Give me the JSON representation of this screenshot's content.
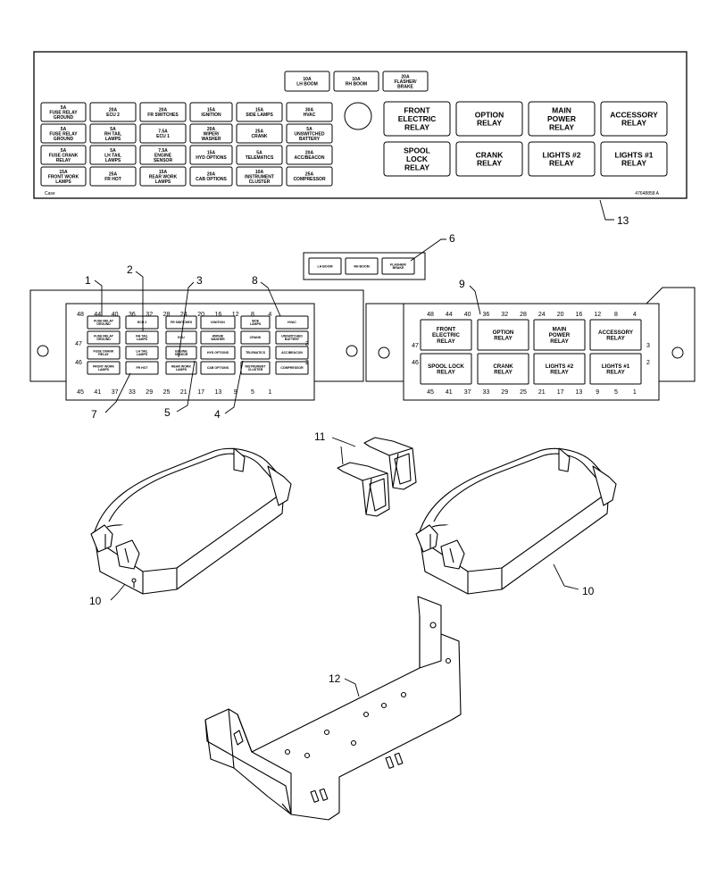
{
  "decal": {
    "top_fuses": [
      [
        "10A",
        "LH BOOM"
      ],
      [
        "10A",
        "RH BOOM"
      ],
      [
        "20A",
        "FLASHER/",
        "BRAKE"
      ]
    ],
    "fuse_grid": [
      [
        [
          "5A",
          "FUSE RELAY",
          "GROUND"
        ],
        [
          "20A",
          "ECU 2"
        ],
        [
          "20A",
          "FR SWITCHES"
        ],
        [
          "15A",
          "IGNITION"
        ],
        [
          "15A",
          "SIDE LAMPS"
        ],
        [
          "30A",
          "HVAC"
        ]
      ],
      [
        [
          "5A",
          "FUSE RELAY",
          "GROUND"
        ],
        [
          "5A",
          "RH TAIL",
          "LAMPS"
        ],
        [
          "7.5A",
          "ECU 1"
        ],
        [
          "20A",
          "WIPER/",
          "WASHER"
        ],
        [
          "25A",
          "CRANK"
        ],
        [
          "5A",
          "UNSWITCHED",
          "BATTERY"
        ]
      ],
      [
        [
          "5A",
          "FUSE CRANK",
          "RELAY"
        ],
        [
          "5A",
          "LH TAIL",
          "LAMPS"
        ],
        [
          "7.5A",
          "ENGINE",
          "SENSOR"
        ],
        [
          "15A",
          "HYD OPTIONS"
        ],
        [
          "5A",
          "TELEMATICS"
        ],
        [
          "20A",
          "ACC/BEACON"
        ]
      ],
      [
        [
          "15A",
          "FRONT WORK",
          "LAMPS"
        ],
        [
          "25A",
          "FR HOT"
        ],
        [
          "15A",
          "REAR WORK",
          "LAMPS"
        ],
        [
          "20A",
          "CAB OPTIONS"
        ],
        [
          "10A",
          "INSTRUMENT",
          "CLUSTER"
        ],
        [
          "25A",
          "COMPRESSOR"
        ]
      ]
    ],
    "relays": [
      [
        "FRONT",
        "ELECTRIC",
        "RELAY"
      ],
      [
        "OPTION",
        "RELAY"
      ],
      [
        "MAIN",
        "POWER",
        "RELAY"
      ],
      [
        "ACCESSORY",
        "RELAY"
      ],
      [
        "SPOOL",
        "LOCK",
        "RELAY"
      ],
      [
        "CRANK",
        "RELAY"
      ],
      [
        "LIGHTS #2",
        "RELAY"
      ],
      [
        "LIGHTS #1",
        "RELAY"
      ]
    ],
    "logo": "Case",
    "part_number": "47648858 A"
  },
  "small_decal": {
    "labels": [
      [
        "LH BOOM"
      ],
      [
        "RH BOOM"
      ],
      [
        "FLASHER/",
        "BRAKE"
      ]
    ]
  },
  "fuse_panel": {
    "top_numbers": [
      "48",
      "44",
      "40",
      "36",
      "32",
      "28",
      "24",
      "20",
      "16",
      "12",
      "8",
      "4"
    ],
    "bottom_numbers": [
      "45",
      "41",
      "37",
      "33",
      "29",
      "25",
      "21",
      "17",
      "13",
      "9",
      "5",
      "1"
    ],
    "left_numbers": [
      "47",
      "46"
    ],
    "right_numbers": [
      "3",
      "2"
    ],
    "cells": [
      [
        [
          "FUSE RELAY",
          "GROUND"
        ],
        [
          "ECU 2"
        ],
        [
          "FR SWITCHES"
        ],
        [
          "IGNITION"
        ],
        [
          "SIDE",
          "LAMPS"
        ],
        [
          "HVAC"
        ]
      ],
      [
        [
          "FUSE RELAY",
          "GROUND"
        ],
        [
          "RH TAIL",
          "LAMPS"
        ],
        [
          "ECU"
        ],
        [
          "WIPER/",
          "WASHER"
        ],
        [
          "CRANK"
        ],
        [
          "UNSWITCHED",
          "BATTERY"
        ]
      ],
      [
        [
          "FUSE CRANK",
          "RELAY"
        ],
        [
          "LH TAIL",
          "LAMPS"
        ],
        [
          "ENGINE",
          "SENSOR"
        ],
        [
          "HYD OPTIONS"
        ],
        [
          "TELEMATICS"
        ],
        [
          "ACC/BEACON"
        ]
      ],
      [
        [
          "FRONT WORK",
          "LAMPS"
        ],
        [
          "FR HOT"
        ],
        [
          "REAR WORK",
          "LAMPS"
        ],
        [
          "CAB OPTIONS"
        ],
        [
          "INSTRUMENT",
          "CLUSTER"
        ],
        [
          "COMPRESSOR"
        ]
      ]
    ]
  },
  "relay_panel": {
    "top_numbers": [
      "48",
      "44",
      "40",
      "36",
      "32",
      "28",
      "24",
      "20",
      "16",
      "12",
      "8",
      "4"
    ],
    "bottom_numbers": [
      "45",
      "41",
      "37",
      "33",
      "29",
      "25",
      "21",
      "17",
      "13",
      "9",
      "5",
      "1"
    ],
    "left_numbers": [
      "47",
      "46"
    ],
    "right_numbers": [
      "3",
      "2"
    ],
    "relays": [
      [
        "FRONT",
        "ELECTRIC",
        "RELAY"
      ],
      [
        "OPTION",
        "RELAY"
      ],
      [
        "MAIN",
        "POWER",
        "RELAY"
      ],
      [
        "ACCESSORY",
        "RELAY"
      ],
      [
        "SPOOL LOCK",
        "RELAY"
      ],
      [
        "CRANK",
        "RELAY"
      ],
      [
        "LIGHTS #2",
        "RELAY"
      ],
      [
        "LIGHTS #1",
        "RELAY"
      ]
    ]
  },
  "callouts": [
    "1",
    "2",
    "3",
    "4",
    "5",
    "6",
    "7",
    "8",
    "9",
    "10",
    "10",
    "11",
    "12",
    "13"
  ]
}
